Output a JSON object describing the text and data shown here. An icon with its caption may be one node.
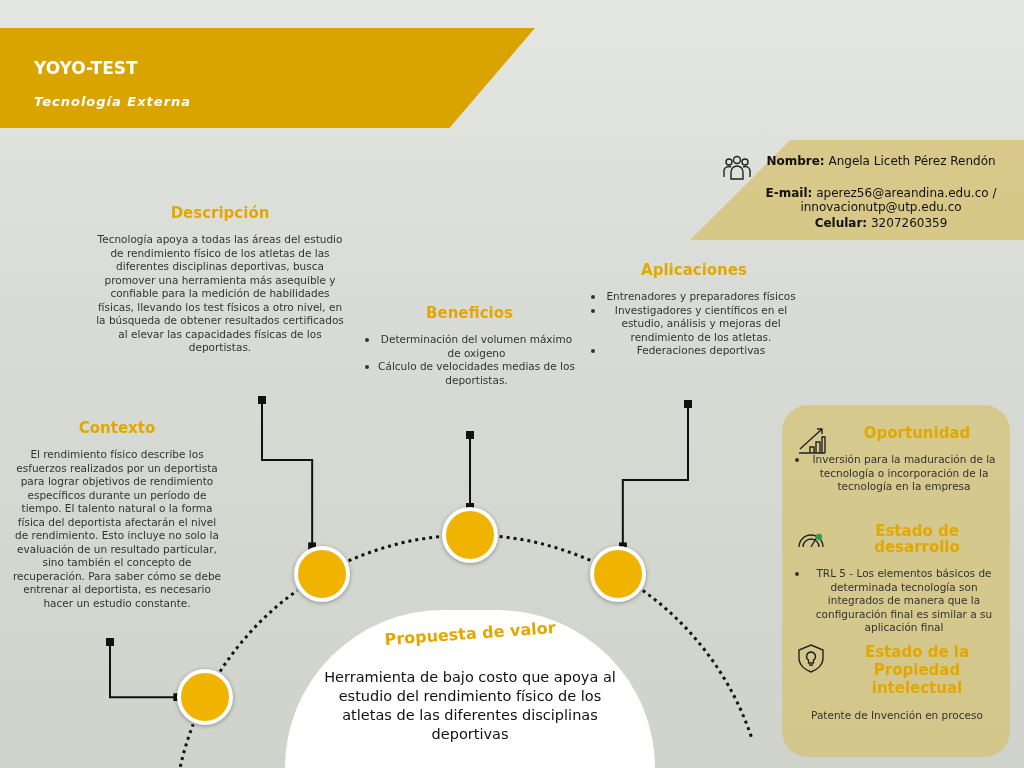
{
  "diagram": {
    "nodes": [
      {
        "text": [
          "YOYO-TEST",
          "Tecnología Externa"
        ]
      },
      {
        "text": [
          "**Nombre:**  Angela Liceth Pérez Rendón",
          "**E-mail:** aperez56@areandina.edu.co / innovacionutp@utp.edu.co",
          "**Celular:** 3207260359"
        ]
      },
      {
        "text": [
          "Descripción",
          "Tecnología apoya a todas las áreas del estudio de rendimiento físico de los atletas de las diferentes disciplinas deportivas, busca promover una herramienta más asequible y confiable para la medición de habilidades físicas, llevando los test físicos a otro nivel, en la búsqueda de obtener resultados certificados al elevar las capacidades físicas de los deportistas."
        ]
      },
      {
        "text": [
          "Beneficios",
          "Determinación del volumen máximo de oxigeno",
          "Cálculo de velocidades medias de los deportistas."
        ]
      },
      {
        "text": [
          "Aplicaciones",
          "Entrenadores y preparadores físicos",
          "Investigadores y científicos en el estudio, análisis y mejoras del rendimiento de los atletas.",
          "Federaciones deportivas"
        ]
      },
      {
        "text": [
          "Contexto",
          "El rendimiento físico describe los esfuerzos realizados por un deportista para lograr objetivos de rendimiento específicos durante un período de tiempo. El talento natural o la forma física del deportista afectarán el nivel de rendimiento. Esto incluye no solo la evaluación de un resultado particular, sino también el concepto de recuperación.  Para saber cómo se debe entrenar al deportista, es necesario hacer un estudio constante."
        ]
      },
      {
        "text": [],
        "shape": "box"
      },
      {
        "text": [
          "Oportunidad",
          "Inversión para la maduración de la tecnología o incorporación de la tecnología en la empresa"
        ],
        "in": 6
      },
      {
        "text": [
          "Estado de desarrollo",
          "TRL 5 - Los elementos básicos de determinada tecnología son integrados de manera que la configuración final es similar a su aplicación final"
        ],
        "in": 6
      },
      {
        "text": [
          "Estado de la Propiedad intelectual",
          "Patente de Invención en proceso"
        ],
        "in": 6
      },
      {
        "text": [
          "Propuesta de valor",
          "Herramienta de bajo costo que apoya al estudio del rendimiento físico de los atletas de las diferentes disciplinas deportivas"
        ]
      },
      {
        "text": [],
        "shape": "circle"
      },
      {
        "text": [],
        "shape": "circle"
      },
      {
        "text": [],
        "shape": "circle"
      },
      {
        "text": [],
        "shape": "circle"
      }
    ],
    "edges": [
      {
        "from": 5,
        "to": 11,
        "arrow": "other"
      },
      {
        "from": 2,
        "to": 12,
        "arrow": "other"
      },
      {
        "from": 3,
        "to": 13,
        "arrow": "other"
      },
      {
        "from": 4,
        "to": 14,
        "arrow": "other"
      },
      {
        "from": 11,
        "to": 12,
        "arrow": "none",
        "style": "dashed"
      },
      {
        "from": 12,
        "to": 13,
        "arrow": "none",
        "style": "dashed"
      },
      {
        "from": 13,
        "to": 14,
        "arrow": "none",
        "style": "dashed"
      }
    ]
  }
}
